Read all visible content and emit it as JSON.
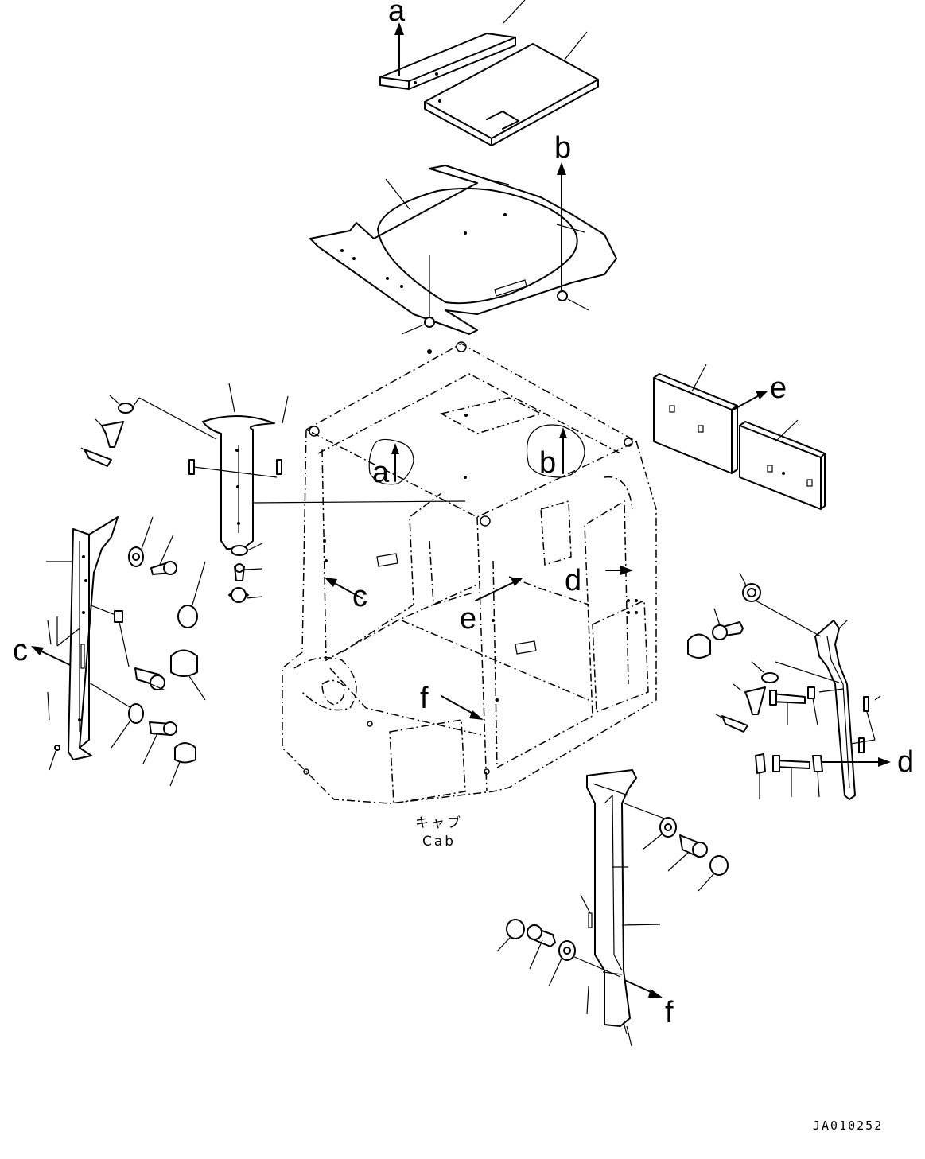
{
  "labels": {
    "a": "a",
    "b": "b",
    "c": "c",
    "d": "d",
    "e": "e",
    "f": "f"
  },
  "cab_label": {
    "jp": "キャブ",
    "en": "Cab"
  },
  "drawing_code": "JA010252"
}
